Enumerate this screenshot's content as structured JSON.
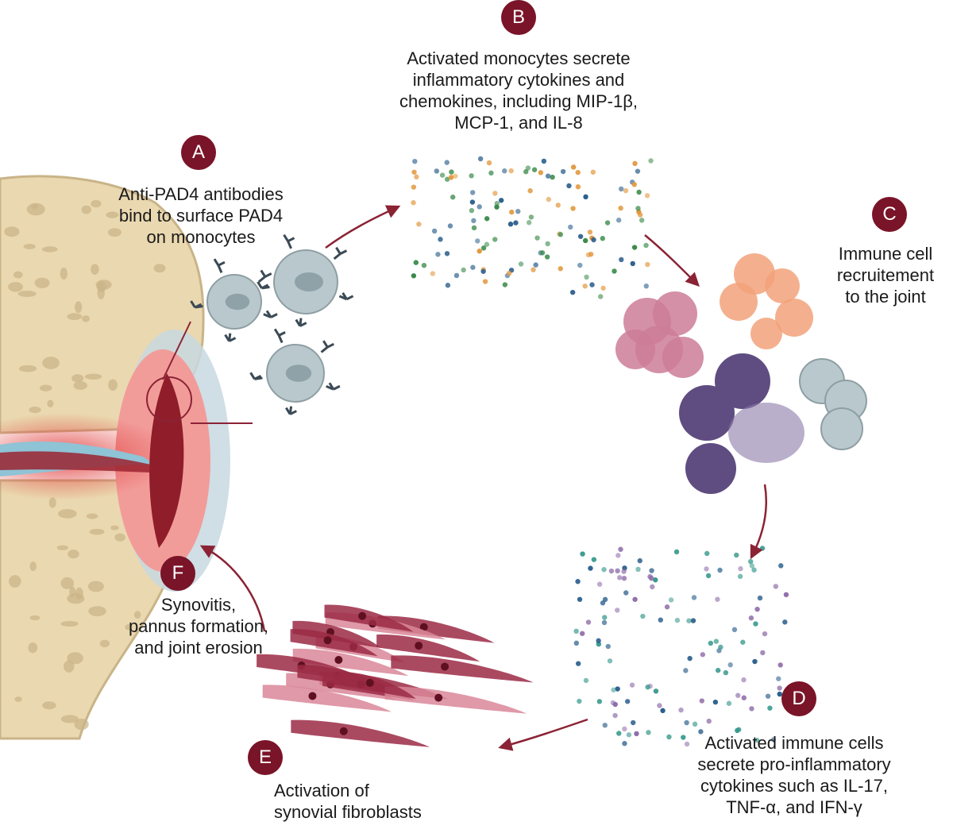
{
  "steps": [
    {
      "id": "A",
      "lines": [
        "Anti-PAD4 antibodies",
        "bind to surface PAD4",
        "on monocytes"
      ]
    },
    {
      "id": "B",
      "lines": [
        "Activated monocytes secrete",
        "inflammatory cytokines and",
        "chemokines, including MIP-1β,",
        "MCP-1, and IL-8"
      ]
    },
    {
      "id": "C",
      "lines": [
        "Immune cell",
        "recruitement",
        "to the joint"
      ]
    },
    {
      "id": "D",
      "lines": [
        "Activated immune cells",
        "secrete pro-inflammatory",
        "cytokines such as IL-17,",
        "TNF-α, and IFN-γ"
      ]
    },
    {
      "id": "E",
      "lines": [
        "Activation of",
        "synovial fibroblasts"
      ]
    },
    {
      "id": "F",
      "lines": [
        "Synovitis,",
        "pannus formation,",
        "and joint erosion"
      ]
    }
  ],
  "colors": {
    "badge": "#7a1428",
    "arrow": "#8b2335",
    "bone": "#ead8b0",
    "bone_spots": "#c9b488",
    "inflammation": "#e0413f",
    "cartilage": "#8fc3d6",
    "monocyte": "#b9c8cc",
    "antibody": "#3b4a55",
    "cytokine_green": "#3a8a4a",
    "cytokine_blue": "#2b5f8c",
    "cytokine_orange": "#e2963a",
    "cytokine_purple": "#8d6aa8",
    "cytokine_teal": "#3a9a8e",
    "t_cell": "#f2a27a",
    "b_cell": "#cc7d96",
    "neutrophil": "#5f4c80",
    "fibroblast": "#9b2a45"
  }
}
